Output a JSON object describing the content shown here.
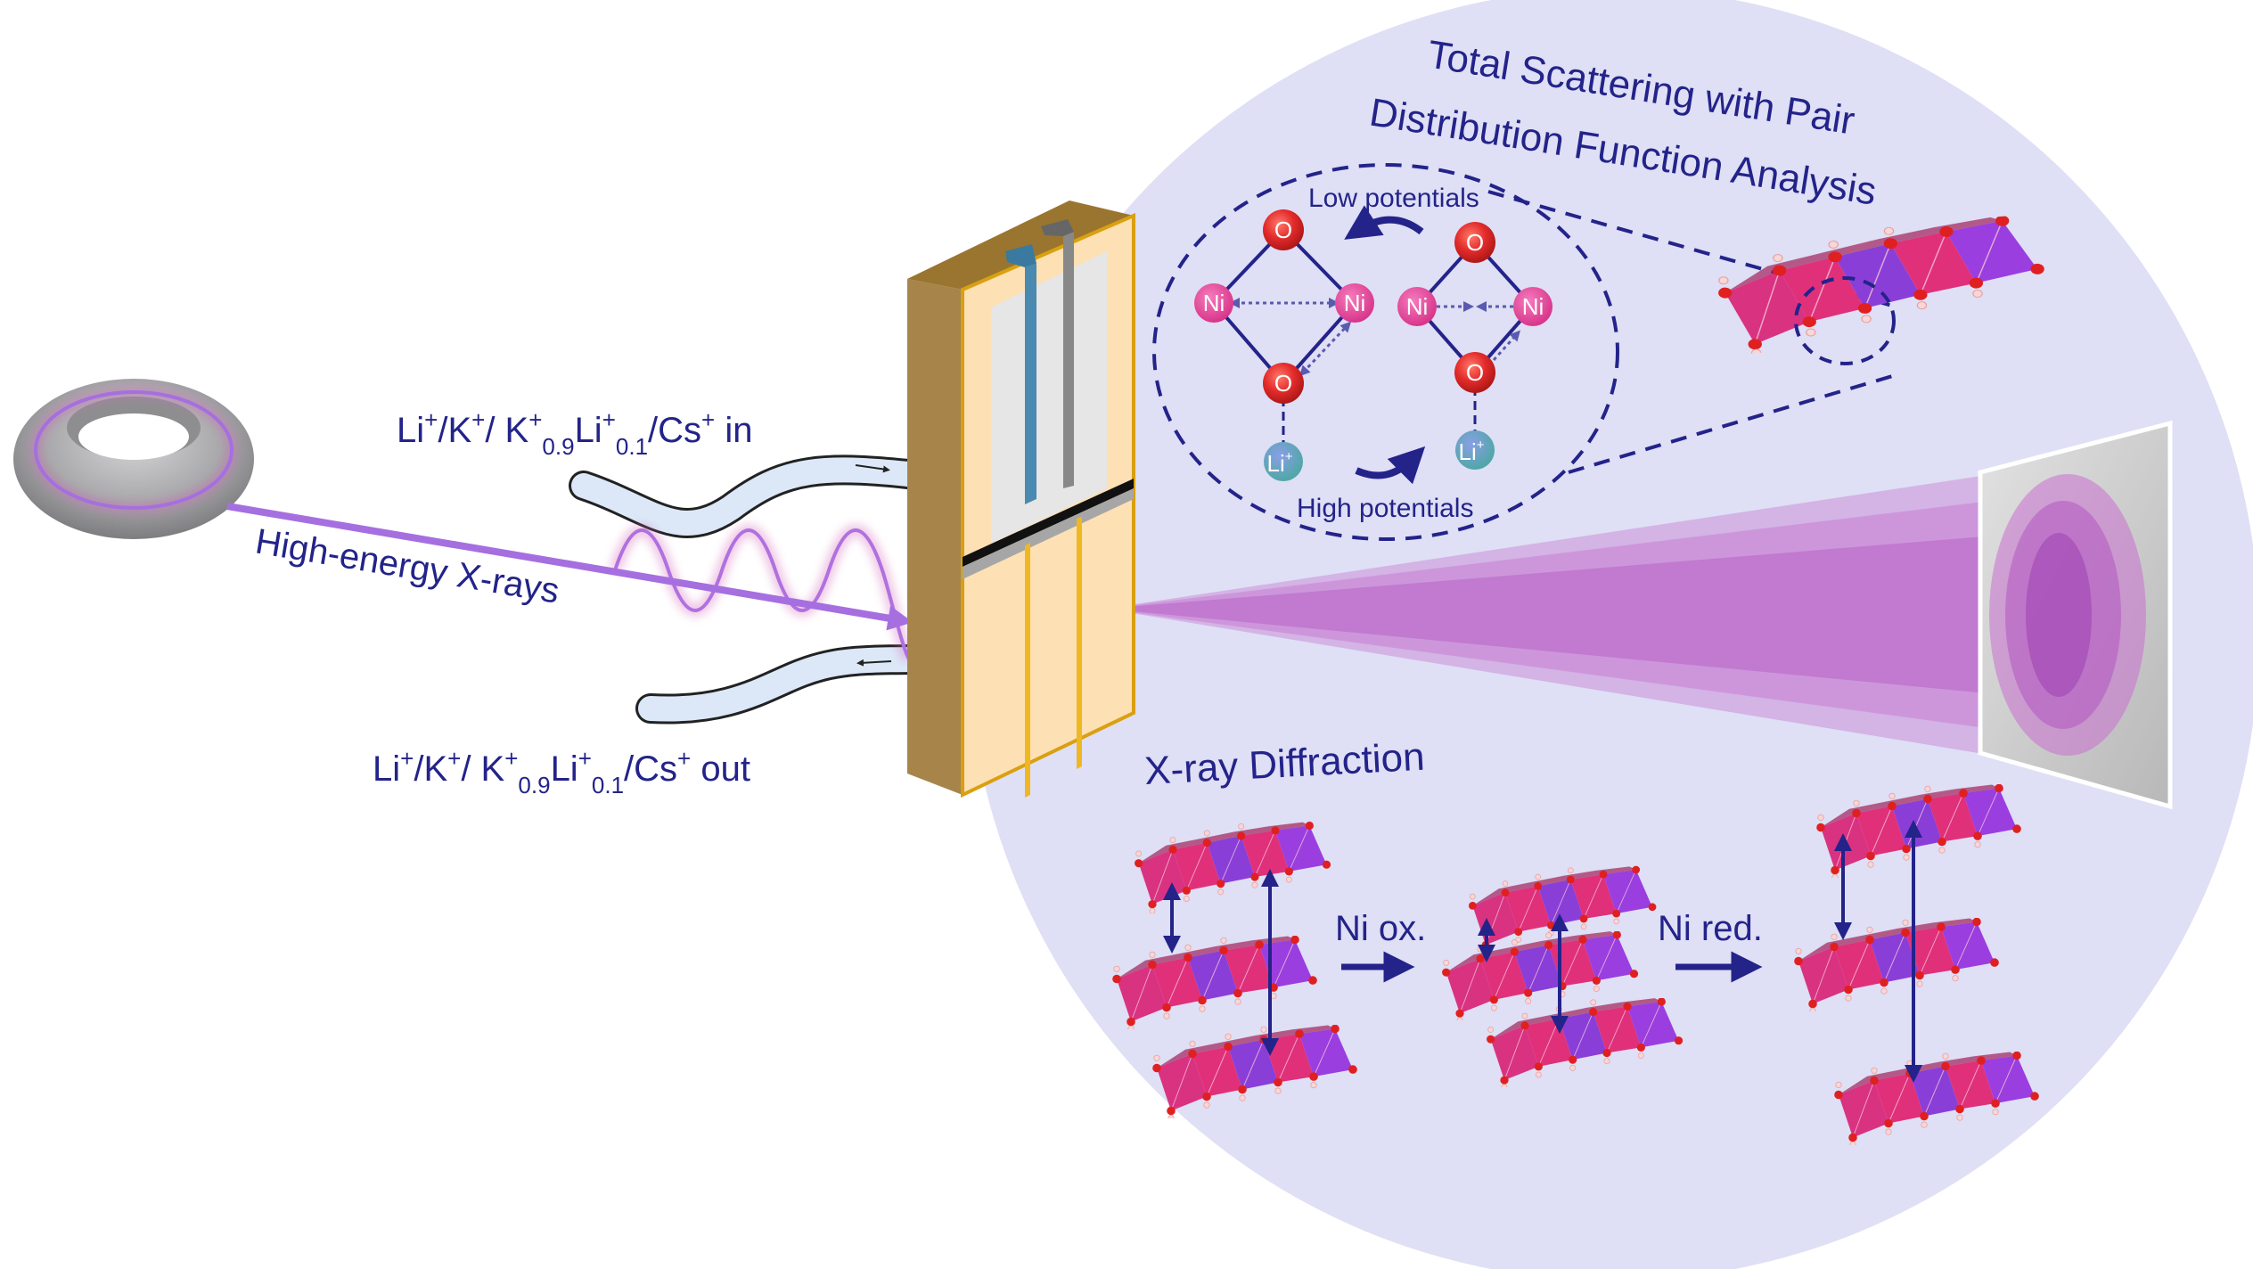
{
  "figure": {
    "colors": {
      "text_navy": "#23238a",
      "circle_bg": "#dfdff5",
      "xray_purple": "#a56fe0",
      "beam_magenta": "#c060c8",
      "cell_frame": "#a7854a",
      "cell_face": "#fde0b4",
      "oxygen": "#e32b2b",
      "nickel": "#e0408f",
      "lithium": "#5aa8a8",
      "octahedron_pink": "#e0307a",
      "octahedron_purple": "#8a3ed8"
    },
    "synchrotron": {
      "name": "synchrotron-ring"
    },
    "xray_label": "High-energy X-rays",
    "flow_in": {
      "parts": [
        {
          "t": "Li",
          "sup": "+",
          "sub": ""
        },
        {
          "t": "/K",
          "sup": "+",
          "sub": ""
        },
        {
          "t": "/ K",
          "sup": "+",
          "sub": "0.9"
        },
        {
          "t": "Li",
          "sup": "+",
          "sub": "0.1"
        },
        {
          "t": "/Cs",
          "sup": "+",
          "sub": ""
        },
        {
          "t": " in",
          "sup": "",
          "sub": ""
        }
      ]
    },
    "flow_out": {
      "parts": [
        {
          "t": "Li",
          "sup": "+",
          "sub": ""
        },
        {
          "t": "/K",
          "sup": "+",
          "sub": ""
        },
        {
          "t": "/ K",
          "sup": "+",
          "sub": "0.9"
        },
        {
          "t": "Li",
          "sup": "+",
          "sub": "0.1"
        },
        {
          "t": "/Cs",
          "sup": "+",
          "sub": ""
        },
        {
          "t": " out",
          "sup": "",
          "sub": ""
        }
      ]
    },
    "pdf_title_line1": "Total Scattering with Pair",
    "pdf_title_line2": "Distribution Function Analysis",
    "pdf_inset": {
      "low_label": "Low potentials",
      "high_label": "High potentials",
      "atoms": {
        "oxygen": "O",
        "nickel": "Ni",
        "lithium": "Li",
        "lithium_charge": "+"
      }
    },
    "xrd_title": "X-ray Diffraction",
    "xrd_steps": {
      "ox_label": "Ni ox.",
      "red_label": "Ni red."
    }
  }
}
